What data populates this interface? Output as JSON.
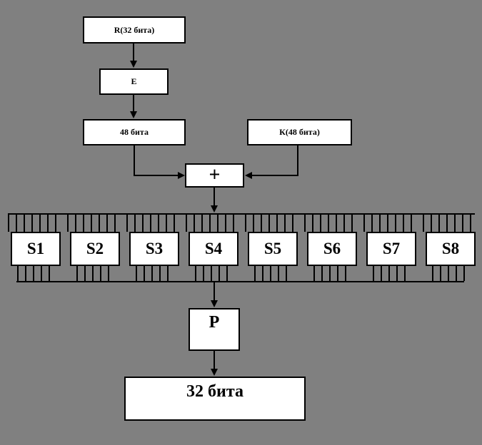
{
  "title": "DES round function diagram",
  "colors": {
    "background": "#808080",
    "box_fill": "#ffffff",
    "line": "#000000"
  },
  "boxes": {
    "r": "R(32 бита)",
    "e": "E",
    "bits48": "48 бита",
    "k": "К(48 бита)",
    "xor": "+",
    "p": "P",
    "out": "32 бита"
  },
  "sboxes": [
    "S1",
    "S2",
    "S3",
    "S4",
    "S5",
    "S6",
    "S7",
    "S8"
  ]
}
